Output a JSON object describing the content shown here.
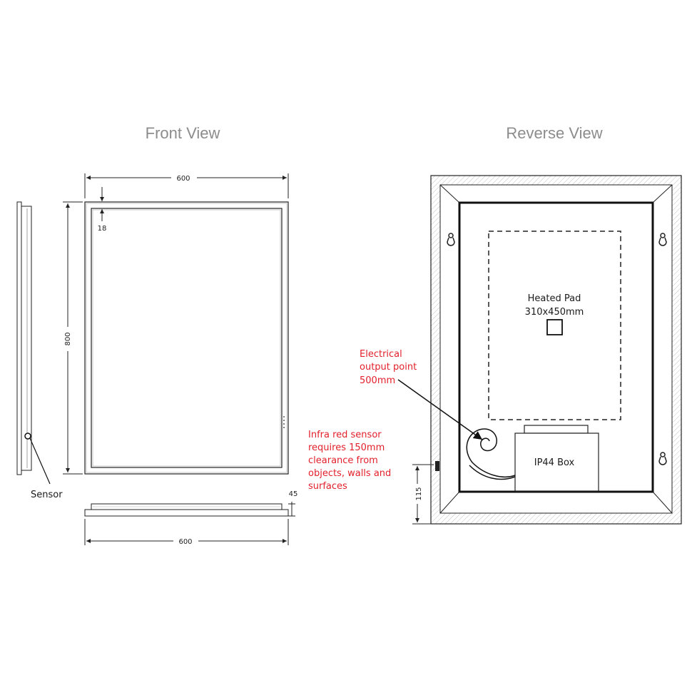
{
  "front_view": {
    "title": "Front View",
    "width_top": "600",
    "height": "800",
    "frame": "18",
    "depth": "45",
    "width_bottom": "600",
    "sensor_label": "Sensor",
    "sensor_note": [
      "Infra red sensor",
      "requires 150mm",
      "clearance from",
      "objects, walls and",
      "surfaces"
    ]
  },
  "reverse_view": {
    "title": "Reverse View",
    "heated_pad": [
      "Heated Pad",
      "310x450mm"
    ],
    "electrical_note": [
      "Electrical",
      "output point",
      "500mm"
    ],
    "ip44": "IP44 Box",
    "offset": "115"
  },
  "colors": {
    "annotation_red": "#e3202b",
    "title_gray": "#8c8c8c",
    "line": "#222222"
  }
}
